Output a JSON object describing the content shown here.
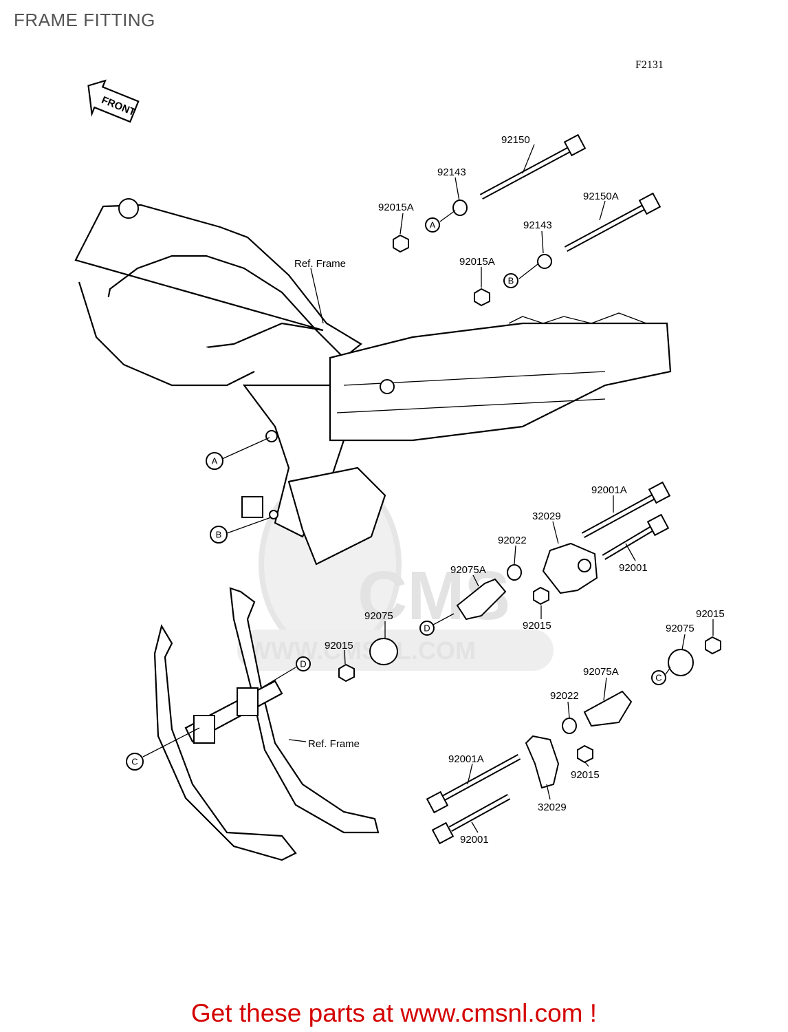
{
  "header": {
    "title": "FRAME FITTING",
    "figure_code": "F2131"
  },
  "direction_marker": {
    "label": "FRONT",
    "icon": "front-arrow-icon"
  },
  "frame_labels": [
    "Ref. Frame",
    "Ref. Frame"
  ],
  "parts": [
    {
      "number": "92150"
    },
    {
      "number": "92143"
    },
    {
      "number": "92015A"
    },
    {
      "number": "92150A"
    },
    {
      "number": "92143"
    },
    {
      "number": "92015A"
    },
    {
      "number": "92001A"
    },
    {
      "number": "32029"
    },
    {
      "number": "92022"
    },
    {
      "number": "92001"
    },
    {
      "number": "92075A"
    },
    {
      "number": "92015"
    },
    {
      "number": "92075"
    },
    {
      "number": "92015"
    },
    {
      "number": "92015"
    },
    {
      "number": "92075"
    },
    {
      "number": "92075A"
    },
    {
      "number": "92022"
    },
    {
      "number": "92001A"
    },
    {
      "number": "92015"
    },
    {
      "number": "32029"
    },
    {
      "number": "92001"
    }
  ],
  "callouts": [
    "A",
    "B",
    "A",
    "B",
    "C",
    "D",
    "D",
    "C"
  ],
  "watermark": {
    "logo": "CMS",
    "url": "WWW.CMSNL.COM"
  },
  "footer": {
    "text": "Get these parts at www.cmsnl.com !"
  },
  "colors": {
    "footer": "#d40000",
    "title": "#555555",
    "watermark": "#e3e3e3"
  }
}
